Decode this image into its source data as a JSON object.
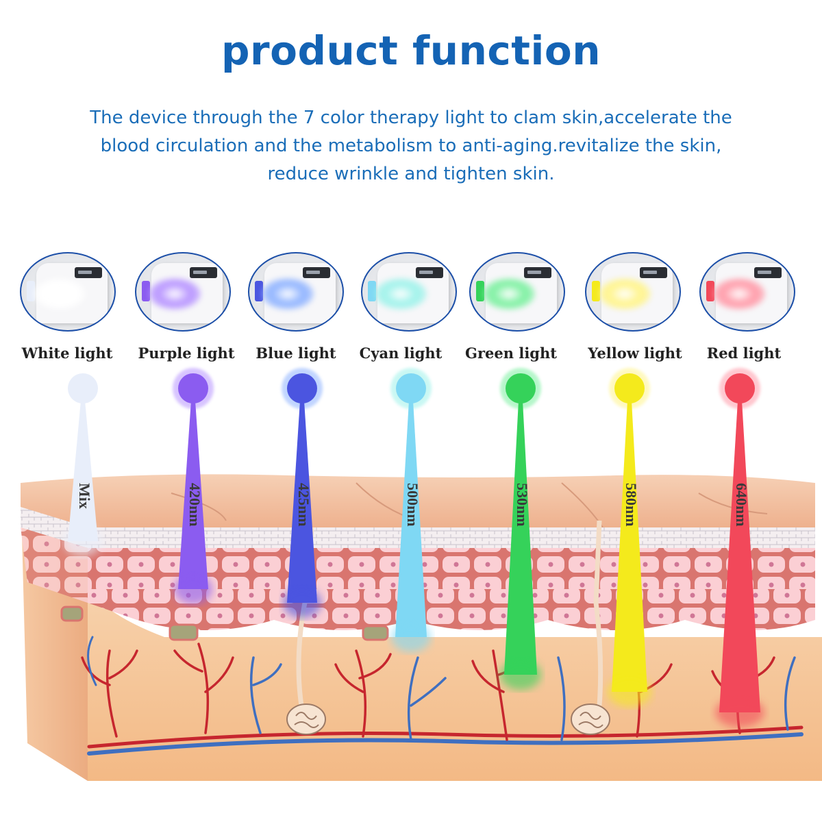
{
  "title": "product function",
  "description": [
    "The device through the 7 color therapy light to clam skin,accelerate the",
    "blood circulation and the metabolism to anti-aging.revitalize the skin,",
    "reduce wrinkle and tighten skin."
  ],
  "lights": [
    {
      "label": "White light",
      "wavelength": "Mix",
      "color": "#e8eefa",
      "glow": "#ffffff"
    },
    {
      "label": "Purple light",
      "wavelength": "420nm",
      "color": "#8b5cf0",
      "glow": "#b794ff"
    },
    {
      "label": "Blue light",
      "wavelength": "425nm",
      "color": "#4b55e0",
      "glow": "#8fb3ff"
    },
    {
      "label": "Cyan light",
      "wavelength": "500nm",
      "color": "#7fd8f4",
      "glow": "#9ef2ea"
    },
    {
      "label": "Green light",
      "wavelength": "530nm",
      "color": "#35d25a",
      "glow": "#7cf0a0"
    },
    {
      "label": "Yellow light",
      "wavelength": "580nm",
      "color": "#f4ea1c",
      "glow": "#fff48a"
    },
    {
      "label": "Red light",
      "wavelength": "640nm",
      "color": "#f2485a",
      "glow": "#ff9aa8"
    }
  ]
}
